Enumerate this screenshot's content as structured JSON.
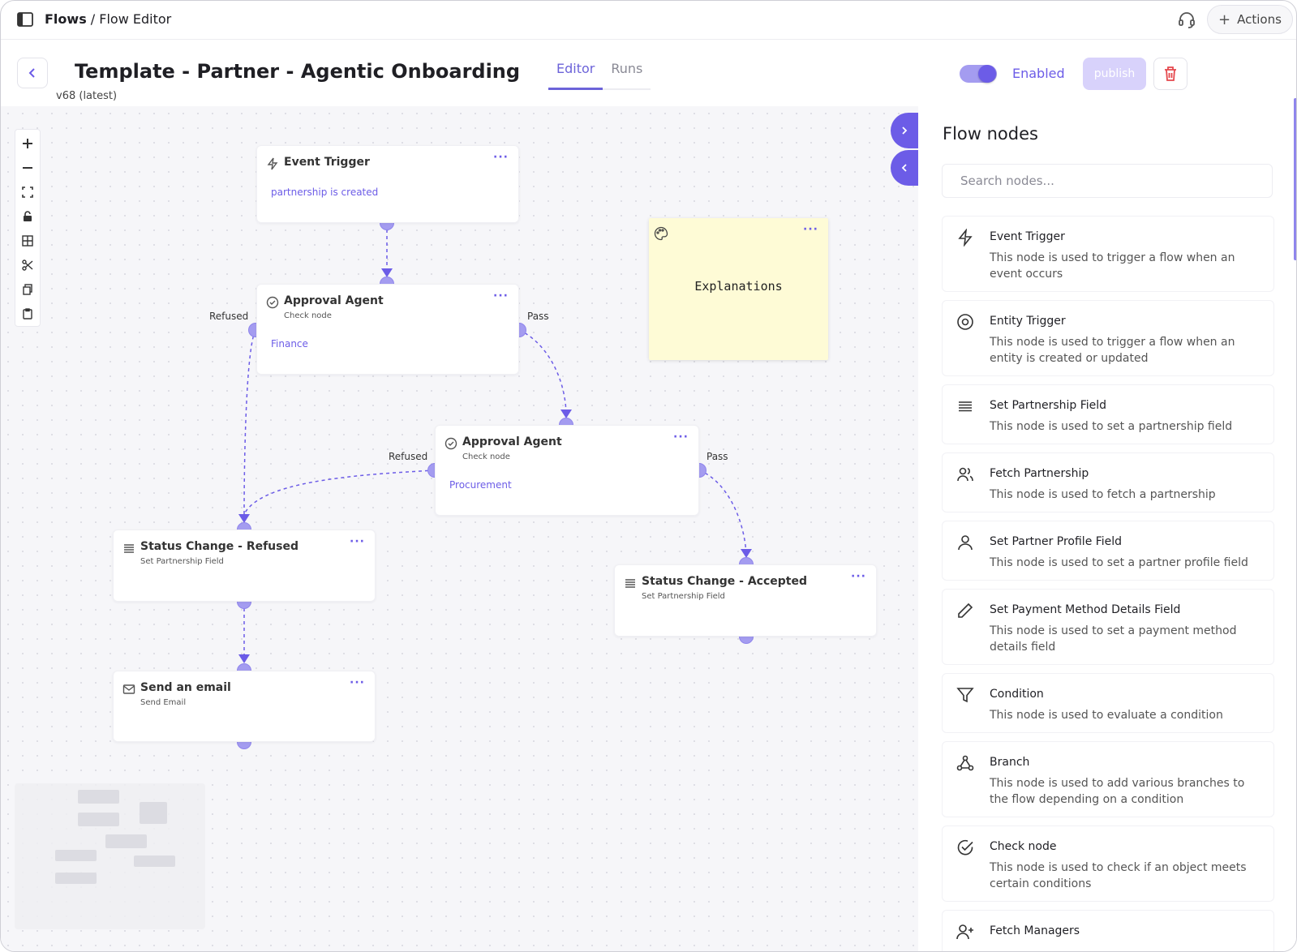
{
  "topbar": {
    "breadcrumb_root": "Flows",
    "breadcrumb_sep": " / ",
    "breadcrumb_current": "Flow Editor",
    "actions_label": "Actions"
  },
  "header": {
    "title": "Template - Partner - Agentic Onboarding",
    "version": "v68 (latest)",
    "tabs": [
      {
        "label": "Editor",
        "active": true
      },
      {
        "label": "Runs",
        "active": false
      }
    ],
    "enabled_label": "Enabled",
    "enabled": true,
    "publish_label": "publish"
  },
  "canvas": {
    "nodes": {
      "event_trigger": {
        "title": "Event Trigger",
        "param": "partnership is created"
      },
      "approval_finance": {
        "title": "Approval Agent",
        "subtitle": "Check node",
        "param": "Finance"
      },
      "approval_procurement": {
        "title": "Approval Agent",
        "subtitle": "Check node",
        "param": "Procurement"
      },
      "status_refused": {
        "title": "Status Change - Refused",
        "subtitle": "Set Partnership Field"
      },
      "status_accepted": {
        "title": "Status Change - Accepted",
        "subtitle": "Set Partnership Field"
      },
      "send_email": {
        "title": "Send an email",
        "subtitle": "Send Email"
      }
    },
    "node_menu": "···",
    "edge_labels": {
      "refused": "Refused",
      "pass": "Pass"
    },
    "sticky_note": {
      "text": "Explanations",
      "menu": "···"
    }
  },
  "panel": {
    "title": "Flow nodes",
    "search_placeholder": "Search nodes...",
    "items": [
      {
        "icon": "lightning-icon",
        "title": "Event Trigger",
        "desc": "This node is used to trigger a flow when an event occurs"
      },
      {
        "icon": "target-icon",
        "title": "Entity Trigger",
        "desc": "This node is used to trigger a flow when an entity is created or updated"
      },
      {
        "icon": "lines-icon",
        "title": "Set Partnership Field",
        "desc": "This node is used to set a partnership field"
      },
      {
        "icon": "users-icon",
        "title": "Fetch Partnership",
        "desc": "This node is used to fetch a partnership"
      },
      {
        "icon": "user-icon",
        "title": "Set Partner Profile Field",
        "desc": "This node is used to set a partner profile field"
      },
      {
        "icon": "pencil-icon",
        "title": "Set Payment Method Details Field",
        "desc": "This node is used to set a payment method details field"
      },
      {
        "icon": "funnel-icon",
        "title": "Condition",
        "desc": "This node is used to evaluate a condition"
      },
      {
        "icon": "branch-icon",
        "title": "Branch",
        "desc": "This node is used to add various branches to the flow depending on a condition"
      },
      {
        "icon": "check-circle-icon",
        "title": "Check node",
        "desc": "This node is used to check if an object meets certain conditions"
      },
      {
        "icon": "user-plus-icon",
        "title": "Fetch Managers",
        "desc": ""
      }
    ]
  },
  "colors": {
    "accent": "#6c5ce7",
    "accent_light": "#a49cf0",
    "danger": "#e5484d",
    "sticky": "#fefbd6"
  }
}
